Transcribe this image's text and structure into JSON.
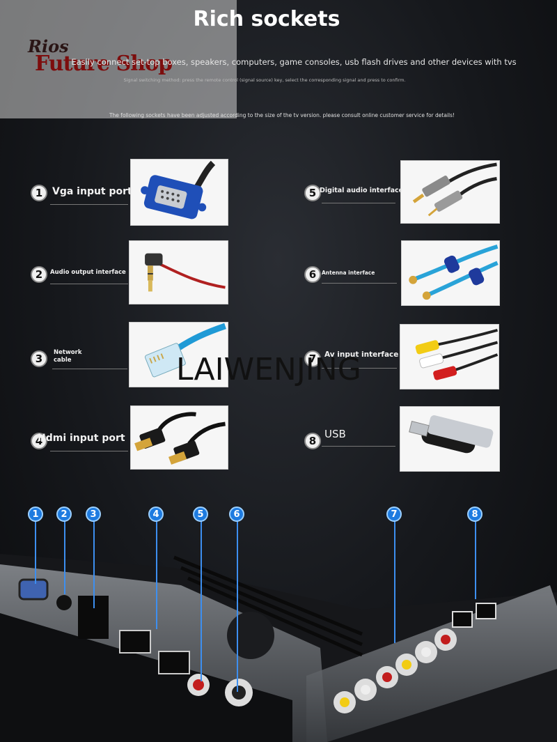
{
  "logo": {
    "line1": "Rios",
    "line2": "Future Shop"
  },
  "header": {
    "title": "Rich sockets",
    "subtitle": "Easily connect set-top boxes, speakers, computers, game consoles, usb flash drives and other devices with tvs",
    "note": "Signal switching method: press the remote control (signal source) key, select the corresponding signal and press to confirm.",
    "disclaimer": "The following sockets have been adjusted according to the size of the tv version. please consult online customer service for details!"
  },
  "sockets": [
    {
      "number": "1",
      "label": "Vga input port",
      "icon": "vga-cable-icon"
    },
    {
      "number": "2",
      "label": "Audio output interface",
      "icon": "audio-jack-icon"
    },
    {
      "number": "3",
      "label": "Network cable",
      "icon": "network-cable-icon"
    },
    {
      "number": "4",
      "label": "Hdmi input port",
      "icon": "hdmi-cable-icon"
    },
    {
      "number": "5",
      "label": "Digital audio interface",
      "icon": "digital-audio-cable-icon"
    },
    {
      "number": "6",
      "label": "Antenna interface",
      "icon": "antenna-cable-icon"
    },
    {
      "number": "7",
      "label": "Av input interface",
      "icon": "av-cable-icon"
    },
    {
      "number": "8",
      "label": "USB",
      "icon": "usb-drive-icon"
    }
  ],
  "watermark": "LAIWENJING",
  "callouts": [
    "1",
    "2",
    "3",
    "4",
    "5",
    "6",
    "7",
    "8"
  ]
}
